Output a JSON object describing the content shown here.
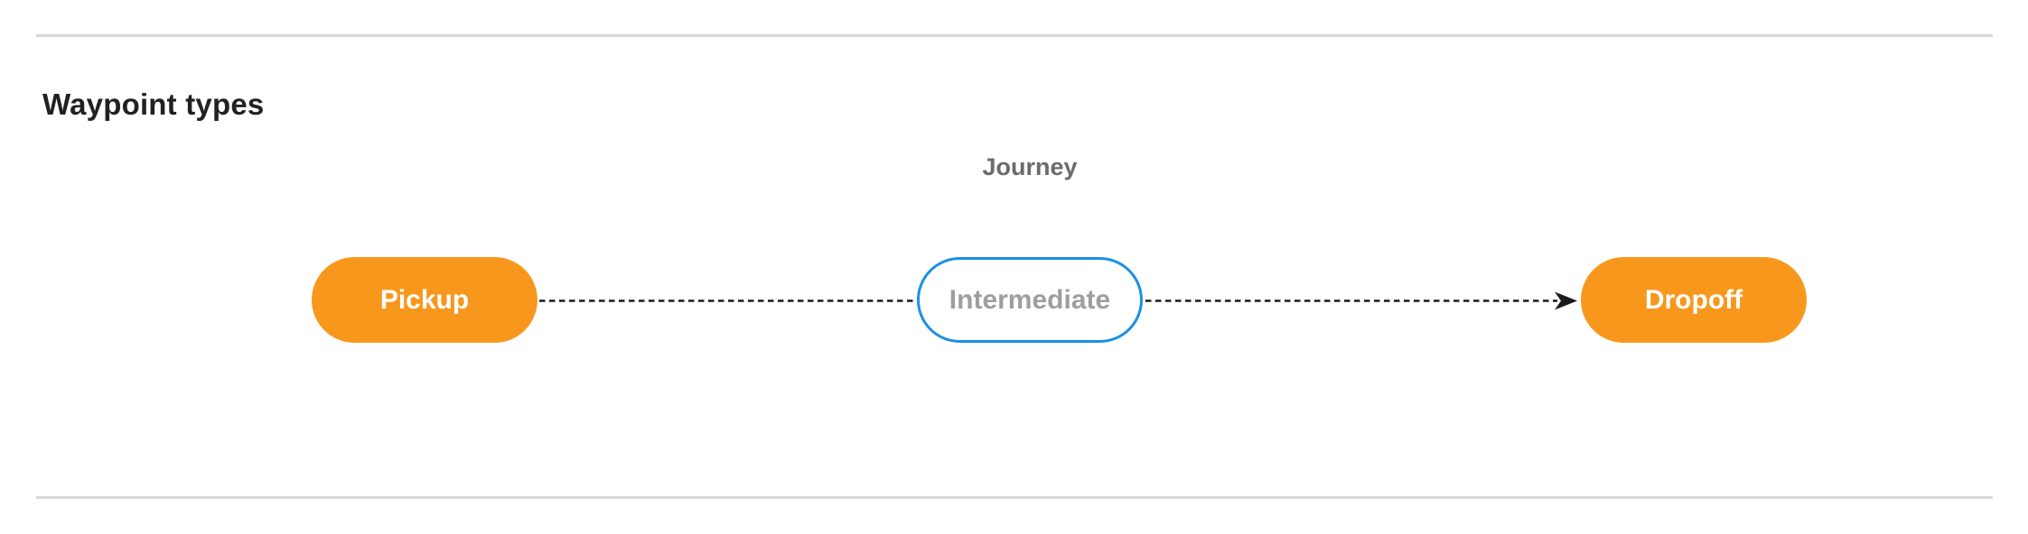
{
  "page": {
    "title": "Waypoint types"
  },
  "diagram": {
    "title": "Journey",
    "nodes": [
      {
        "id": "pickup",
        "label": "Pickup",
        "kind": "terminal"
      },
      {
        "id": "intermediate",
        "label": "Intermediate",
        "kind": "intermediate"
      },
      {
        "id": "dropoff",
        "label": "Dropoff",
        "kind": "terminal"
      }
    ],
    "edges": [
      {
        "from": "Pickup",
        "to": "Intermediate",
        "style": "dashed",
        "arrow": false
      },
      {
        "from": "Intermediate",
        "to": "Dropoff",
        "style": "dashed",
        "arrow": true
      }
    ],
    "colors": {
      "terminal_fill": "#f7981d",
      "terminal_text": "#ffffff",
      "intermediate_border": "#1b90e3",
      "intermediate_text": "#9e9e9e",
      "edge": "#1a1a1a",
      "journey_label": "#6b6b6b",
      "title_text": "#202124",
      "divider": "#d8d8d8"
    }
  }
}
